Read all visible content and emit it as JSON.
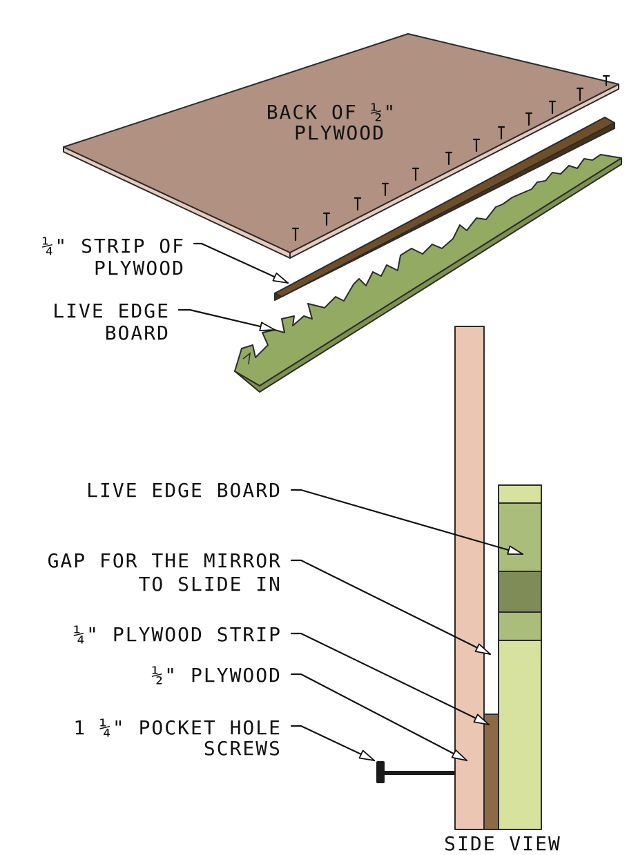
{
  "colors": {
    "plywood_top": "#b09182",
    "plywood_edge": "#e7cbbd",
    "strip_top": "#6f4e2a",
    "strip_edge": "#4a3219",
    "live_edge_top": "#93aa63",
    "live_edge_side": "#7c924f",
    "side_plywood": "#eac6b3",
    "side_strip": "#8c6a45",
    "side_board_light": "#d6e29d",
    "side_board_mid": "#aabd7b",
    "side_board_dark": "#7f8c58",
    "screw": "#1a1a1a",
    "line": "#111111"
  },
  "labels": {
    "back_of_plywood": [
      "BACK OF ½\"",
      "PLYWOOD"
    ],
    "strip_of_plywood": [
      "¼\" STRIP OF",
      "PLYWOOD"
    ],
    "live_edge_board_top": [
      "LIVE EDGE",
      "BOARD"
    ],
    "live_edge_board_side": "LIVE EDGE BOARD",
    "gap_for_mirror": [
      "GAP FOR THE MIRROR",
      "TO SLIDE IN"
    ],
    "quarter_plywood_strip": "¼\" PLYWOOD STRIP",
    "half_plywood": "½\" PLYWOOD",
    "pocket_hole_screws": [
      "1 ¼\" POCKET HOLE",
      "SCREWS"
    ],
    "side_view": "SIDE VIEW"
  },
  "icons": {
    "nail": "nail-icon",
    "screw": "pocket-screw-icon"
  }
}
